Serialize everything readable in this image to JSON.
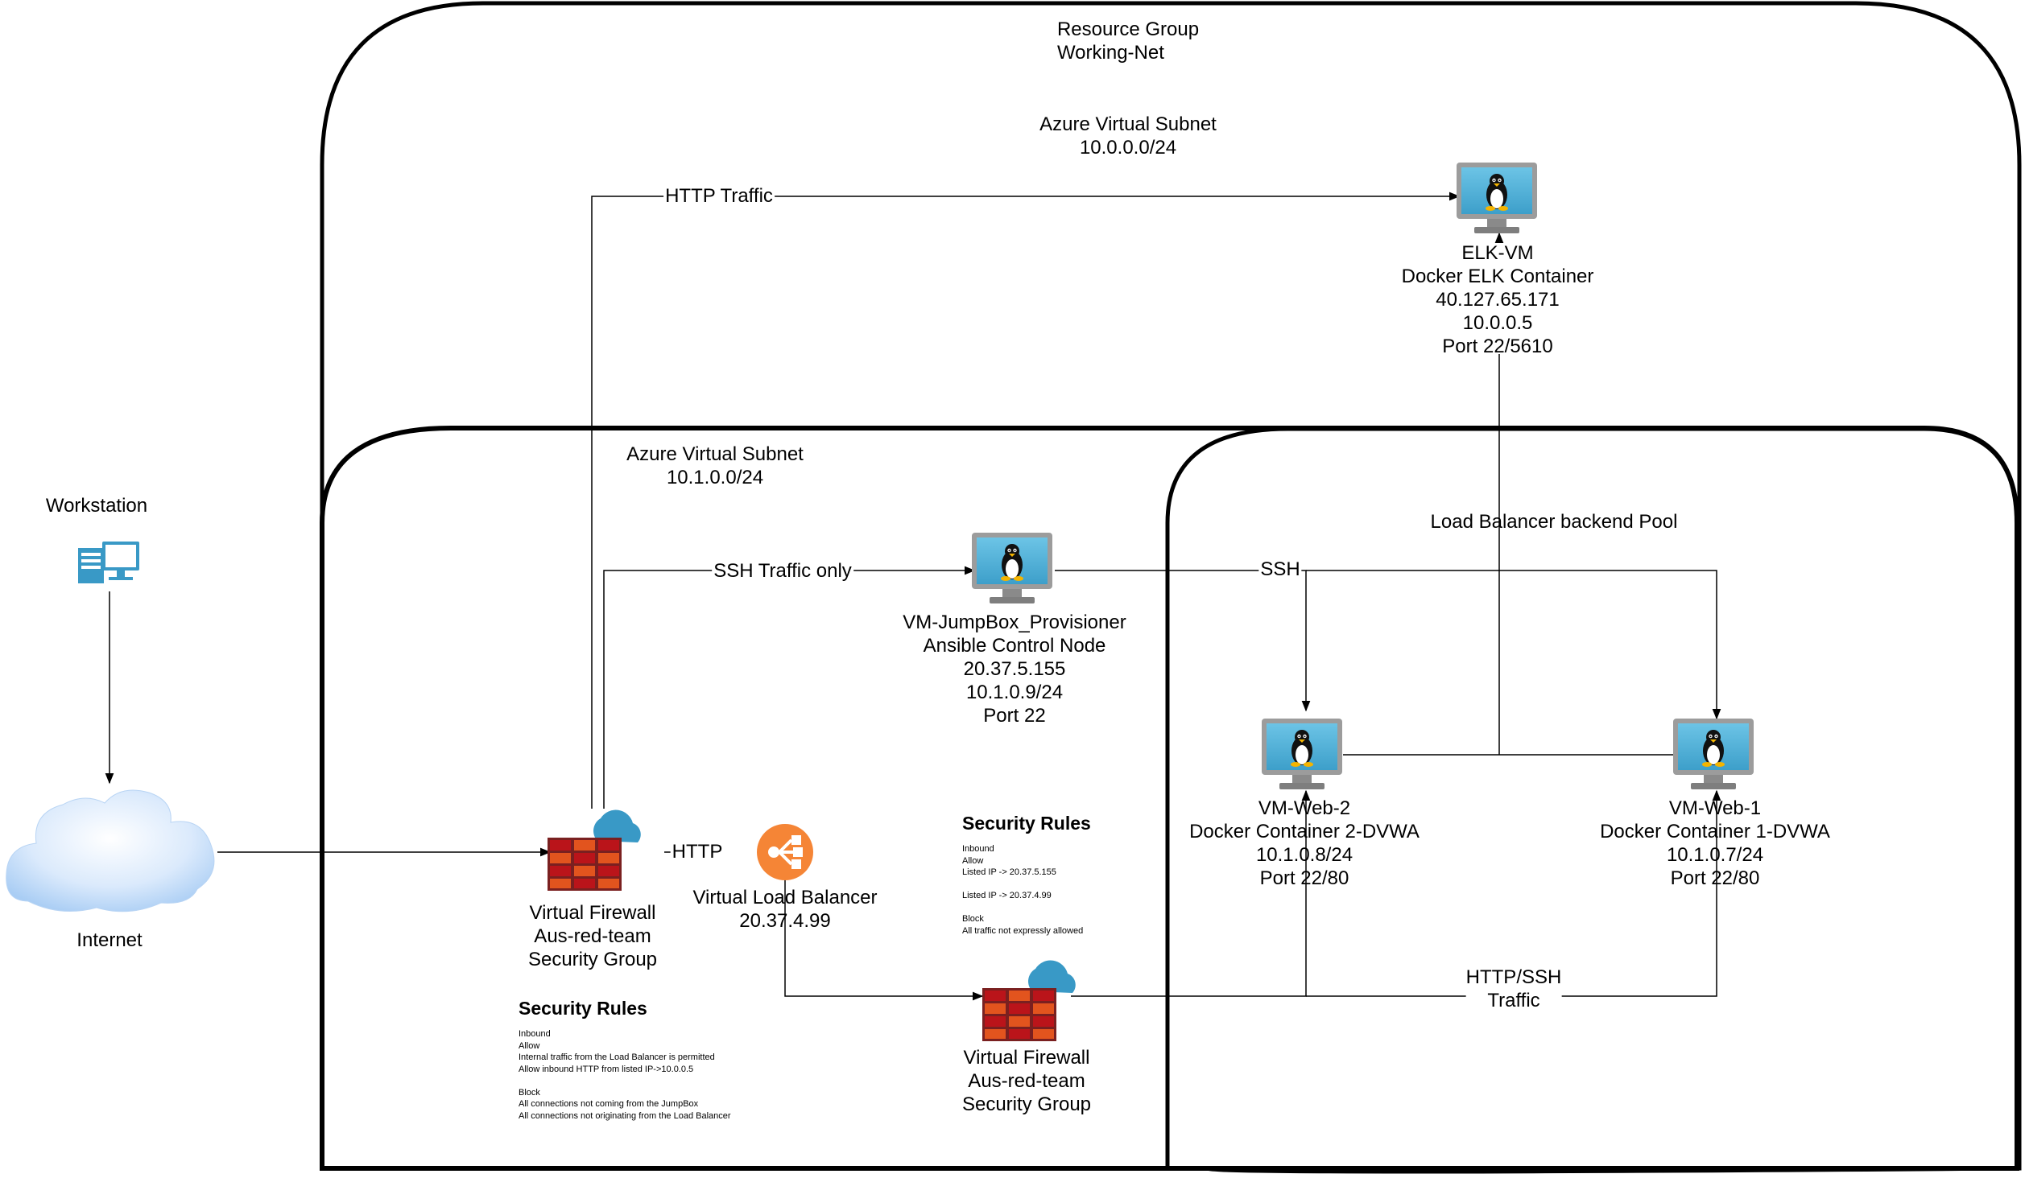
{
  "groups": {
    "resource_group": {
      "line1": "Resource Group",
      "line2": "Working-Net"
    },
    "subnet_top": {
      "line1": "Azure Virtual Subnet",
      "line2": "10.0.0.0/24"
    },
    "subnet_bottom": {
      "line1": "Azure Virtual Subnet",
      "line2": "10.1.0.0/24"
    },
    "backend_pool": {
      "label": "Load Balancer backend Pool"
    }
  },
  "nodes": {
    "workstation": {
      "label": "Workstation"
    },
    "internet": {
      "label": "Internet"
    },
    "firewall1": {
      "line1": "Virtual Firewall",
      "line2": "Aus-red-team",
      "line3": "Security Group"
    },
    "firewall2": {
      "line1": "Virtual Firewall",
      "line2": "Aus-red-team",
      "line3": "Security Group"
    },
    "load_balancer": {
      "line1": "Virtual Load Balancer",
      "line2": "20.37.4.99"
    },
    "jumpbox": {
      "line1": "VM-JumpBox_Provisioner",
      "line2": "Ansible Control Node",
      "line3": "20.37.5.155",
      "line4": "10.1.0.9/24",
      "line5": "Port 22"
    },
    "elk": {
      "line1": "ELK-VM",
      "line2": "Docker ELK Container",
      "line3": "40.127.65.171",
      "line4": "10.0.0.5",
      "line5": "Port 22/5610"
    },
    "web2": {
      "line1": "VM-Web-2",
      "line2": "Docker Container 2-DVWA",
      "line3": "10.1.0.8/24",
      "line4": "Port 22/80"
    },
    "web1": {
      "line1": "VM-Web-1",
      "line2": "Docker Container 1-DVWA",
      "line3": "10.1.0.7/24",
      "line4": "Port 22/80"
    }
  },
  "edges": {
    "http_traffic": "HTTP Traffic",
    "ssh_traffic_only": "SSH Traffic only",
    "ssh": "SSH",
    "http": "HTTP",
    "http_ssh_line1": "HTTP/SSH",
    "http_ssh_line2": "Traffic"
  },
  "rules_left": {
    "title": "Security Rules",
    "inbound": "Inbound",
    "allow": "Allow",
    "allow_1": "Internal traffic from the Load Balancer is permitted",
    "allow_2": "Allow inbound HTTP from listed IP->10.0.0.5",
    "block": "Block",
    "block_1": "All connections not coming from the JumpBox",
    "block_2": "All connections not originating from the Load Balancer"
  },
  "rules_right": {
    "title": "Security Rules",
    "inbound": "Inbound",
    "allow": "Allow",
    "allow_1": "Listed IP -> 20.37.5.155",
    "allow_2": "Listed IP -> 20.37.4.99",
    "block": "Block",
    "block_1": "All traffic not expressly allowed"
  },
  "colors": {
    "monitor_frame": "#a3a3a3",
    "monitor_screen": "#59b4d9",
    "firewall_brick": "#ba141a",
    "firewall_brick_alt": "#e2541e",
    "cloud": "#3999c6",
    "load_balancer": "#f58536",
    "internet_cloud": "#cfe3fb"
  }
}
